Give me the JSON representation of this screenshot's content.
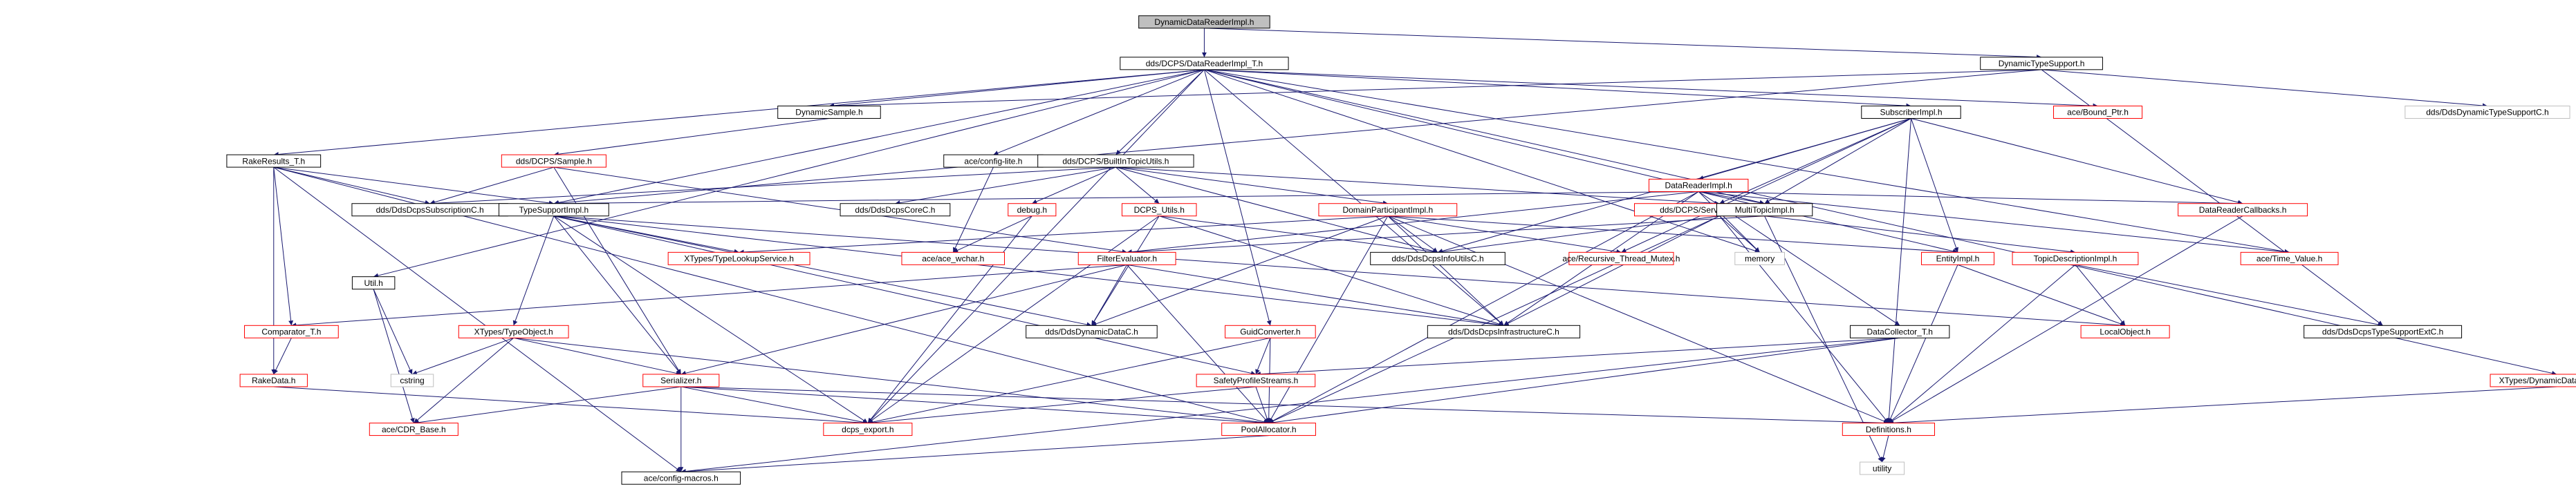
{
  "colors": {
    "edge": "#191970",
    "node_border_default": "#000000",
    "node_border_link": "#ff0000",
    "node_border_external": "#bfbfbf",
    "root_fill": "#bfbfbf",
    "text": "#000000"
  },
  "nodes": [
    {
      "id": "root",
      "label": "DynamicDataReaderImpl.h",
      "kind": "root"
    },
    {
      "id": "dri",
      "label": "dds/DCPS/DataReaderImpl_T.h",
      "kind": "default"
    },
    {
      "id": "dts",
      "label": "DynamicTypeSupport.h",
      "kind": "default"
    },
    {
      "id": "util",
      "label": "Util.h",
      "kind": "default"
    },
    {
      "id": "rake",
      "label": "RakeResults_T.h",
      "kind": "default"
    },
    {
      "id": "dsample",
      "label": "DynamicSample.h",
      "kind": "default"
    },
    {
      "id": "dcpssample",
      "label": "dds/DCPS/Sample.h",
      "kind": "link"
    },
    {
      "id": "configlite",
      "label": "ace/config-lite.h",
      "kind": "default"
    },
    {
      "id": "bitu",
      "label": "dds/DCPS/BuiltInTopicUtils.h",
      "kind": "default"
    },
    {
      "id": "subimpl",
      "label": "SubscriberImpl.h",
      "kind": "default"
    },
    {
      "id": "boundptr",
      "label": "ace/Bound_Ptr.h",
      "kind": "link"
    },
    {
      "id": "ddtsc",
      "label": "dds/DdsDynamicTypeSupportC.h",
      "kind": "external"
    },
    {
      "id": "subc",
      "label": "dds/DdsDcpsSubscriptionC.h",
      "kind": "default"
    },
    {
      "id": "tsimpl",
      "label": "TypeSupportImpl.h",
      "kind": "default"
    },
    {
      "id": "corec",
      "label": "dds/DdsDcpsCoreC.h",
      "kind": "default"
    },
    {
      "id": "debug",
      "label": "debug.h",
      "kind": "link"
    },
    {
      "id": "dcpsutils",
      "label": "DCPS_Utils.h",
      "kind": "link"
    },
    {
      "id": "dpimpl",
      "label": "DomainParticipantImpl.h",
      "kind": "link"
    },
    {
      "id": "drimpl",
      "label": "DataReaderImpl.h",
      "kind": "link"
    },
    {
      "id": "svcp",
      "label": "dds/DCPS/Service_Participant.h",
      "kind": "link"
    },
    {
      "id": "multitopic",
      "label": "MultiTopicImpl.h",
      "kind": "default"
    },
    {
      "id": "drcb",
      "label": "DataReaderCallbacks.h",
      "kind": "link"
    },
    {
      "id": "tvl",
      "label": "XTypes/TypeLookupService.h",
      "kind": "link"
    },
    {
      "id": "wchar",
      "label": "ace/ace_wchar.h",
      "kind": "link"
    },
    {
      "id": "filter",
      "label": "FilterEvaluator.h",
      "kind": "link"
    },
    {
      "id": "infoutils",
      "label": "dds/DdsDcpsInfoUtilsC.h",
      "kind": "default"
    },
    {
      "id": "recmutex",
      "label": "ace/Recursive_Thread_Mutex.h",
      "kind": "link"
    },
    {
      "id": "memory",
      "label": "memory",
      "kind": "external"
    },
    {
      "id": "entity",
      "label": "EntityImpl.h",
      "kind": "link"
    },
    {
      "id": "tdimpl",
      "label": "TopicDescriptionImpl.h",
      "kind": "link"
    },
    {
      "id": "timev",
      "label": "ace/Time_Value.h",
      "kind": "link"
    },
    {
      "id": "cmp",
      "label": "Comparator_T.h",
      "kind": "link"
    },
    {
      "id": "util2",
      "label": "Util.h",
      "kind": "default"
    },
    {
      "id": "xto",
      "label": "XTypes/TypeObject.h",
      "kind": "link"
    },
    {
      "id": "ddata",
      "label": "dds/DdsDynamicDataC.h",
      "kind": "default"
    },
    {
      "id": "guid",
      "label": "GuidConverter.h",
      "kind": "link"
    },
    {
      "id": "infra",
      "label": "dds/DdsDcpsInfrastructureC.h",
      "kind": "default"
    },
    {
      "id": "dcollect",
      "label": "DataCollector_T.h",
      "kind": "default"
    },
    {
      "id": "lobj",
      "label": "LocalObject.h",
      "kind": "link"
    },
    {
      "id": "tsext",
      "label": "dds/DdsDcpsTypeSupportExtC.h",
      "kind": "default"
    },
    {
      "id": "xtdda",
      "label": "XTypes/DynamicDataAdapter.h",
      "kind": "link"
    },
    {
      "id": "cstring",
      "label": "cstring",
      "kind": "external"
    },
    {
      "id": "rakedata",
      "label": "RakeData.h",
      "kind": "link"
    },
    {
      "id": "serializer",
      "label": "Serializer.h",
      "kind": "link"
    },
    {
      "id": "sps",
      "label": "SafetyProfileStreams.h",
      "kind": "link"
    },
    {
      "id": "cdrbase",
      "label": "ace/CDR_Base.h",
      "kind": "link"
    },
    {
      "id": "dcpsexport",
      "label": "dcps_export.h",
      "kind": "link"
    },
    {
      "id": "poolalloc",
      "label": "PoolAllocator.h",
      "kind": "link"
    },
    {
      "id": "defs",
      "label": "Definitions.h",
      "kind": "link"
    },
    {
      "id": "configmacros",
      "label": "ace/config-macros.h",
      "kind": "default"
    },
    {
      "id": "utility",
      "label": "utility",
      "kind": "external"
    }
  ]
}
